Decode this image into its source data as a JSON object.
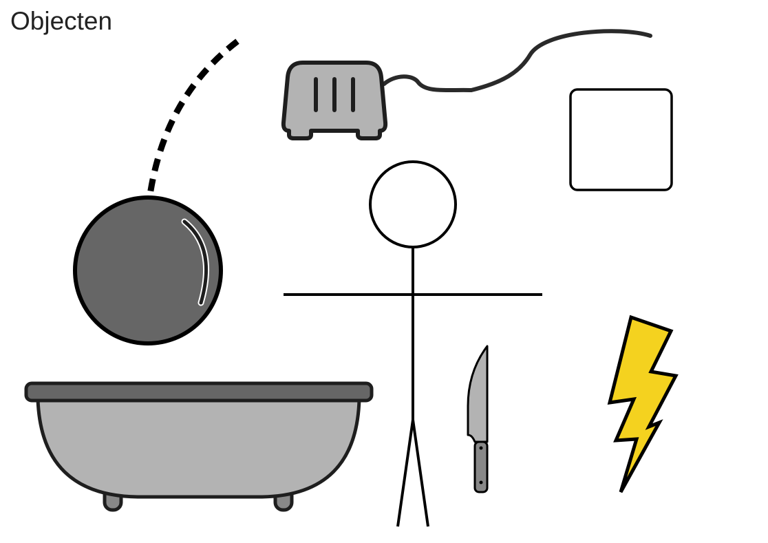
{
  "title": "Objecten",
  "objects": [
    "dashed-trajectory",
    "ball",
    "toaster",
    "power-cord",
    "square-box",
    "stick-figure",
    "knife",
    "lightning-bolt",
    "bathtub"
  ],
  "colors": {
    "outline": "#1e1e1e",
    "gray_light": "#b3b3b3",
    "gray_dark": "#666666",
    "lightning": "#f4d21f"
  }
}
